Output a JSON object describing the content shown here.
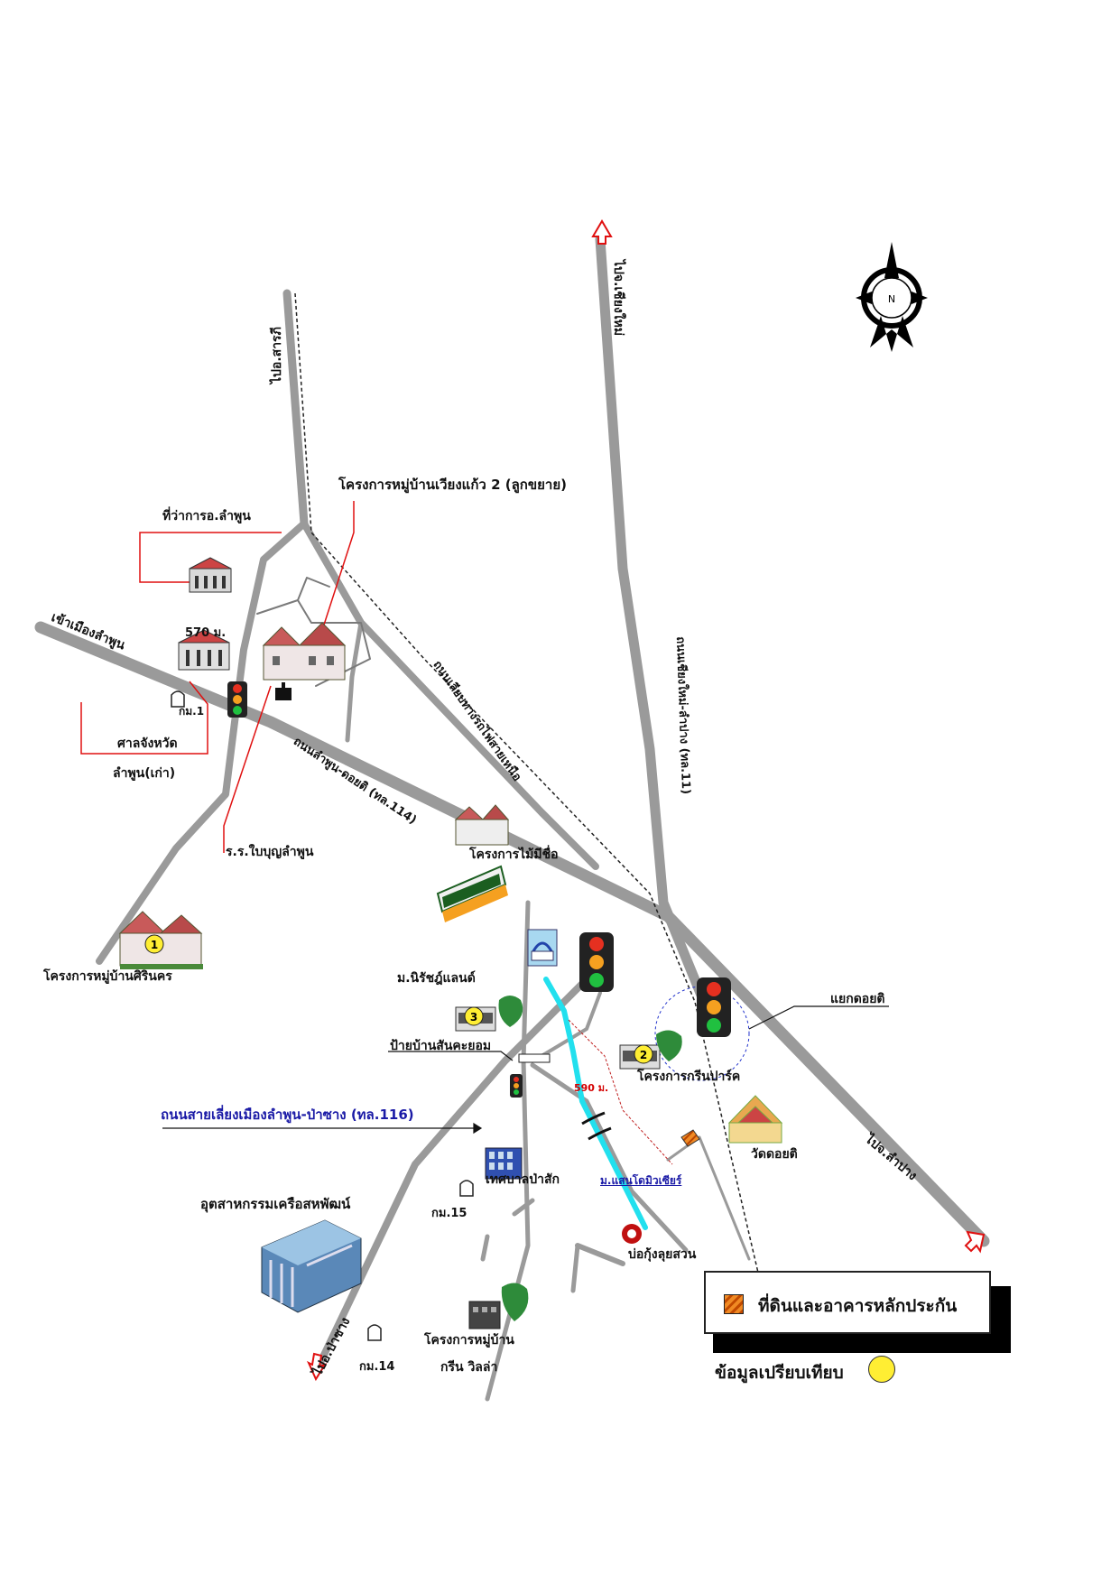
{
  "north_label": "N",
  "labels": {
    "to_sarapee": "ไปอ.สารภี",
    "to_chiangmai": "ไปจ.เชียงใหม่",
    "project_wiangkaew": "โครงการหมู่บ้านเวียงแก้ว 2 (ลูกขยาย)",
    "district_office": "ที่ว่าการอ.ลำพูน",
    "into_lamphun": "เข้าเมืองลำพูน",
    "dist_570": "570 ม.",
    "km1": "กม.1",
    "court": "ศาลจังหวัด",
    "court2": "ลำพูน(เก่า)",
    "school": "ร.ร.ใบบุญลำพูน",
    "railway_road": "ถนนเลียบทางรถไฟสายเหนือ",
    "road_cm_lp": "ถนนเชียงใหม่-ลำปาง (ทล.11)",
    "road_114": "ถนนลำพูน-ดอยติ (ทล.114)",
    "project_maimee": "โครงการไม้มีชื่อ",
    "project_sirinakorn": "โครงการหมู่บ้านศิรินคร",
    "nirut_land": "ม.นิรัชฎ์แลนด์",
    "doiti_junction": "แยกดอยติ",
    "sign_santhaom": "ป้ายบ้านสันคะยอม",
    "dist_590": "590 ม.",
    "project_green": "โครงการกรีนปาร์ค",
    "road_116": "ถนนสายเลี่ยงเมืองลำพูน-ป่าซาง (ทล.116)",
    "to_lampang": "ไปจ.ลำปาง",
    "wat_doiti": "วัดดอยติ",
    "industry": "อุตสาหกรรมเครือสหพัฒน์",
    "pasak_muni": "เทศบาลป่าสัก",
    "km15": "กม.15",
    "mae_khaw": "ม.แสนโดมิวเซียร์",
    "bokung": "บ่อกุ้งลุยสวน",
    "to_pasang": "ไปอ.ป่าซาง",
    "km14": "กม.14",
    "project_greenvilla": "โครงการหมู่บ้าน",
    "project_greenvilla2": "กรีน วิลล่า"
  },
  "legend": {
    "collateral": "ที่ดินและอาคารหลักประกัน",
    "compare": "ข้อมูลเปรียบเทียบ"
  },
  "markers": [
    "1",
    "2",
    "3"
  ],
  "colors": {
    "road": "#9a9a9a",
    "river": "#22e0ee",
    "leader_red": "#e01010",
    "compare_yellow": "#ffee33",
    "collateral_orange": "#f08a24"
  }
}
